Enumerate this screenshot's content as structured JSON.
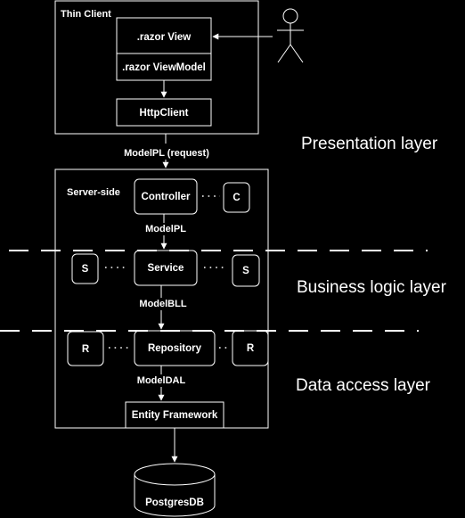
{
  "thin_client": {
    "title": "Thin Client",
    "razor_view": ".razor View",
    "razor_viewmodel": ".razor ViewModel",
    "http_client": "HttpClient"
  },
  "edges": {
    "model_pl_request": "ModelPL (request)",
    "model_pl": "ModelPL",
    "model_bll": "ModelBLL",
    "model_dal": "ModelDAL"
  },
  "server": {
    "title": "Server-side",
    "controller": "Controller",
    "controller_more": "C",
    "service": "Service",
    "service_left": "S",
    "service_right": "S",
    "repository": "Repository",
    "repository_left": "R",
    "repository_right": "R",
    "entity_framework": "Entity Framework"
  },
  "database": {
    "name": "PostgresDB"
  },
  "layers": {
    "presentation": "Presentation layer",
    "business": "Business logic layer",
    "data_access": "Data access layer"
  },
  "colors": {
    "background": "#000000",
    "foreground": "#ffffff"
  }
}
